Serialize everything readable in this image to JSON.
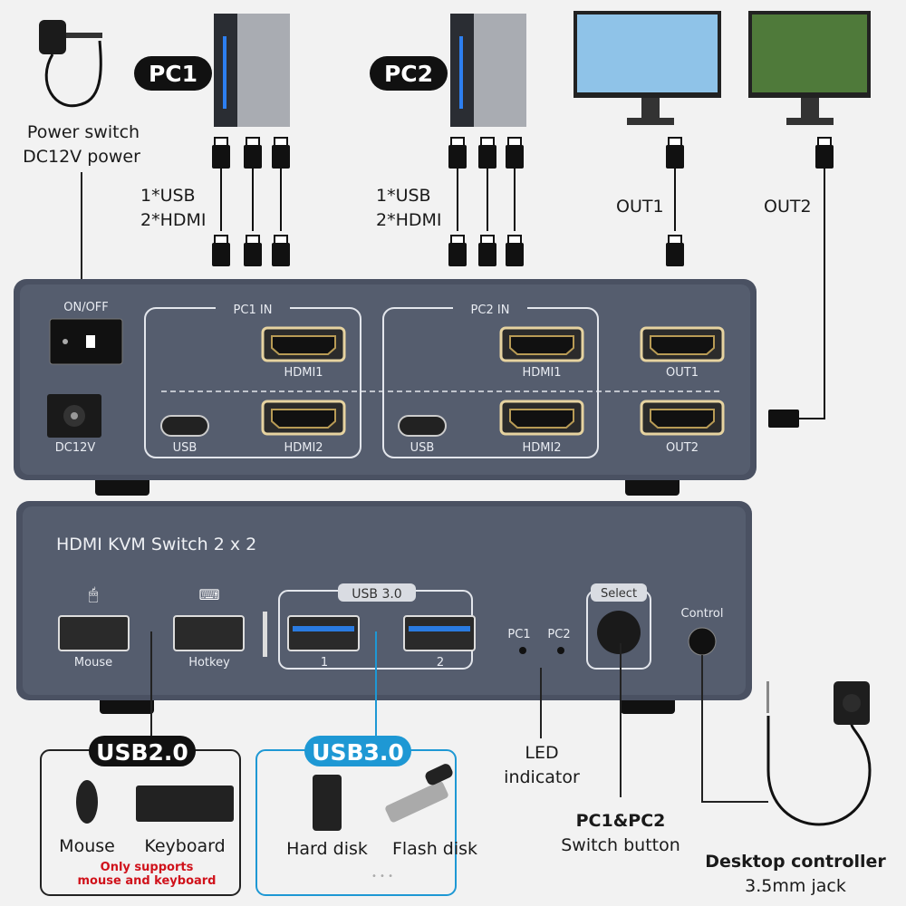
{
  "top": {
    "power_label_line1": "Power switch",
    "power_label_line2": "DC12V power",
    "pc1": "PC1",
    "pc2": "PC2",
    "pc1_cables_line1": "1*USB",
    "pc1_cables_line2": "2*HDMI",
    "pc2_cables_line1": "1*USB",
    "pc2_cables_line2": "2*HDMI",
    "out1": "OUT1",
    "out2": "OUT2"
  },
  "back_panel": {
    "on_off": "ON/OFF",
    "dc12v": "DC12V",
    "pc1_in": "PC1 IN",
    "pc2_in": "PC2 IN",
    "hdmi1": "HDMI1",
    "hdmi2": "HDMI2",
    "usb": "USB",
    "out1": "OUT1",
    "out2": "OUT2"
  },
  "front_panel": {
    "title": "HDMI KVM Switch 2 x 2",
    "mouse": "Mouse",
    "hotkey": "Hotkey",
    "usb30": "USB 3.0",
    "port1": "1",
    "port2": "2",
    "pc1": "PC1",
    "pc2": "PC2",
    "select": "Select",
    "control": "Control"
  },
  "callouts": {
    "usb20_badge": "USB2.0",
    "mouse": "Mouse",
    "keyboard": "Keyboard",
    "note_line1": "Only supports",
    "note_line2": "mouse and keyboard",
    "usb30_badge": "USB3.0",
    "hard_disk": "Hard disk",
    "flash_disk": "Flash disk",
    "more": "• • •",
    "led_line1": "LED",
    "led_line2": "indicator",
    "switch_line1": "PC1&PC2",
    "switch_line2": "Switch button",
    "controller_line1": "Desktop controller",
    "controller_line2": "3.5mm jack"
  },
  "colors": {
    "device": "#4a5162",
    "usb3_blue": "#1e98d4",
    "note_red": "#d0121b"
  }
}
